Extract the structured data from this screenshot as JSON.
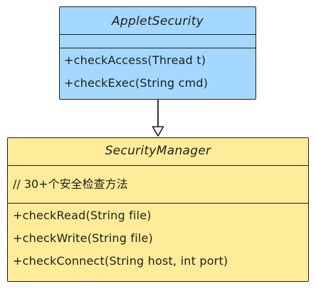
{
  "applet_security": {
    "class_name": "AppletSecurity",
    "methods": [
      "+checkAccess(Thread t)",
      "+checkExec(String cmd)"
    ]
  },
  "security_manager": {
    "class_name": "SecurityManager",
    "comment": "// 30+个安全检查方法",
    "methods": [
      "+checkRead(String file)",
      "+checkWrite(String file)",
      "+checkConnect(String host, int port)"
    ]
  },
  "relationship": {
    "type": "inheritance",
    "arrow_style": "hollow-triangle"
  },
  "colors": {
    "applet_fill": "#a5d8ff",
    "manager_fill": "#ffec99",
    "stroke": "#1e1e1e"
  }
}
